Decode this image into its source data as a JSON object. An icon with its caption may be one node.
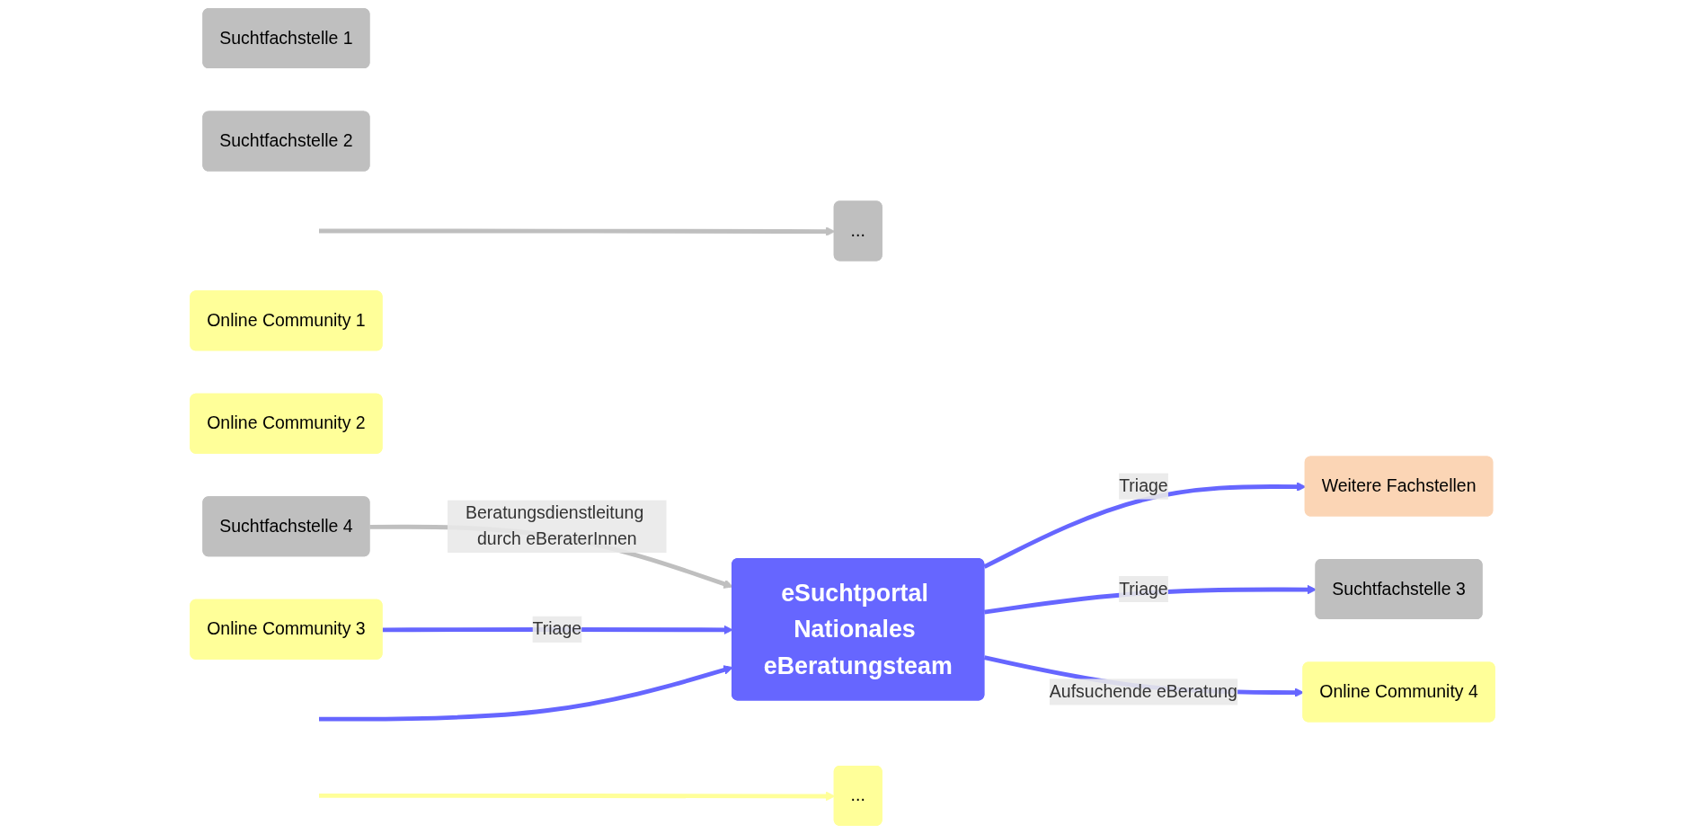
{
  "diagram": {
    "nodes": [
      {
        "text": [
          "Suchtfachstelle 1"
        ]
      },
      {
        "text": [
          "Suchtfachstelle 2"
        ]
      },
      {
        "text": [
          "Suchtfachstelle 3"
        ]
      },
      {
        "text": [
          "Suchtfachstelle 4"
        ]
      },
      {
        "text": [
          "..."
        ]
      },
      {
        "text": [
          "Weitere Fachstellen"
        ]
      },
      {
        "text": [
          "eSuchtportal Nationales eBeratungsteam"
        ]
      },
      {
        "text": [
          "Online Community 1"
        ]
      },
      {
        "text": [
          "Online Community 2"
        ]
      },
      {
        "text": [
          "Online Community 3"
        ]
      },
      {
        "text": [
          "Online Community 4"
        ]
      },
      {
        "text": [
          "..."
        ]
      }
    ],
    "edges": [
      {
        "from": 6,
        "to": 5,
        "label": "Triage",
        "arrow": "to"
      },
      {
        "from": 6,
        "to": 2,
        "label": "Triage",
        "arrow": "to"
      },
      {
        "from": 3,
        "to": 6,
        "label": "Beratungsdienstleitung durch eBeraterInnen",
        "arrow": "to",
        "color": "#bfbfbf"
      },
      {
        "from": 9,
        "to": 6,
        "label": "Triage",
        "arrow": "to"
      },
      {
        "from": 6,
        "to": 10,
        "label": "Aufsuchende eBeratung",
        "arrow": "to"
      },
      {
        "from": null,
        "to": 4,
        "arrow": "to",
        "color": "#bfbfbf"
      },
      {
        "from": null,
        "to": 6,
        "arrow": "to"
      },
      {
        "from": null,
        "to": 11,
        "arrow": "to",
        "color": "#ffff99"
      }
    ]
  }
}
